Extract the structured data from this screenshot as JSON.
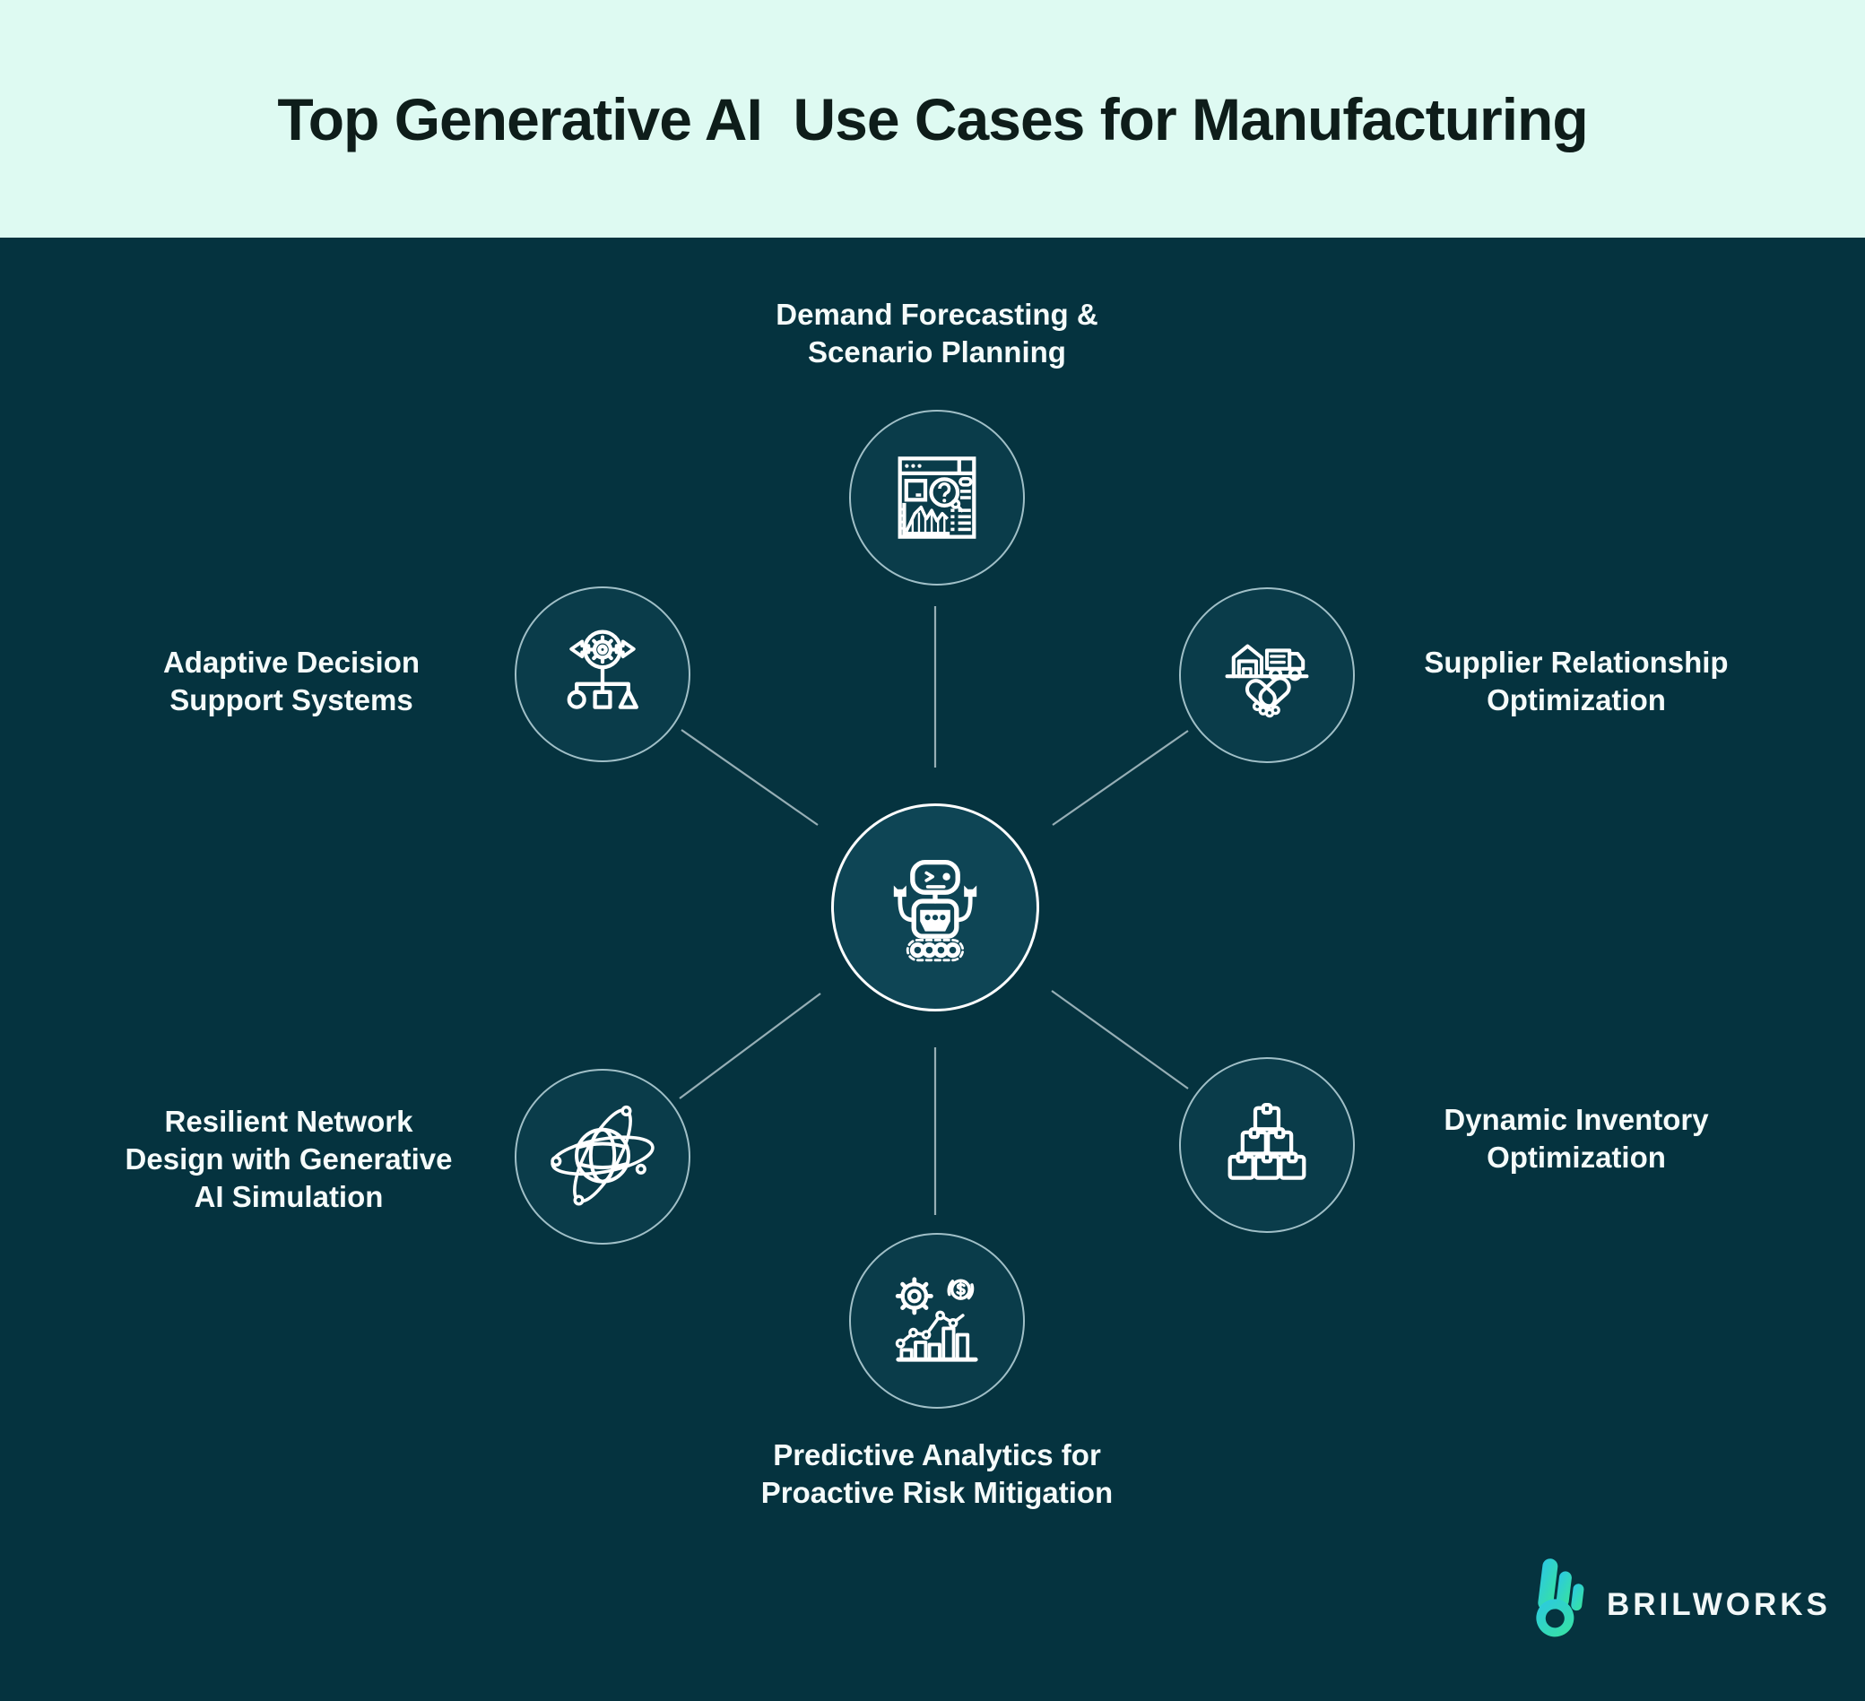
{
  "title": "Top Generative AI  Use Cases for Manufacturing",
  "hub": {
    "icon": "robot-icon",
    "description": "Generative AI robot hub"
  },
  "nodes": [
    {
      "id": "demand-forecasting-scenario-planning",
      "icon": "forecast-dashboard-icon",
      "lines": [
        "Demand Forecasting &",
        "Scenario Planning"
      ]
    },
    {
      "id": "supplier-relationship-optimization",
      "icon": "warehouse-truck-handshake-icon",
      "lines": [
        "Supplier Relationship",
        "Optimization"
      ]
    },
    {
      "id": "dynamic-inventory-optimization",
      "icon": "stacked-boxes-icon",
      "lines": [
        "Dynamic Inventory",
        "Optimization"
      ]
    },
    {
      "id": "predictive-analytics-proactive-risk-mitigation",
      "icon": "gear-dollar-chart-icon",
      "lines": [
        "Predictive Analytics for",
        "Proactive Risk Mitigation"
      ]
    },
    {
      "id": "resilient-network-design-generative-ai-simulation",
      "icon": "globe-orbit-network-icon",
      "lines": [
        "Resilient Network",
        "Design with Generative",
        "AI Simulation"
      ]
    },
    {
      "id": "adaptive-decision-support-systems",
      "icon": "gear-decision-tree-icon",
      "lines": [
        "Adaptive Decision",
        "Support Systems"
      ]
    }
  ],
  "footer": {
    "brand": "BRILWORKS"
  },
  "colors": {
    "page_background": "#05333f",
    "header_background": "#defaf2",
    "title_text": "#0e1d1a",
    "label_text": "#f5fbfa",
    "node_fill": "#0a3c4a",
    "hub_fill": "#0e4555",
    "icon_stroke": "#ffffff",
    "connector_line": "#96aeb5",
    "logo_gradient_start": "#2bc8e4",
    "logo_gradient_end": "#38e39e"
  }
}
